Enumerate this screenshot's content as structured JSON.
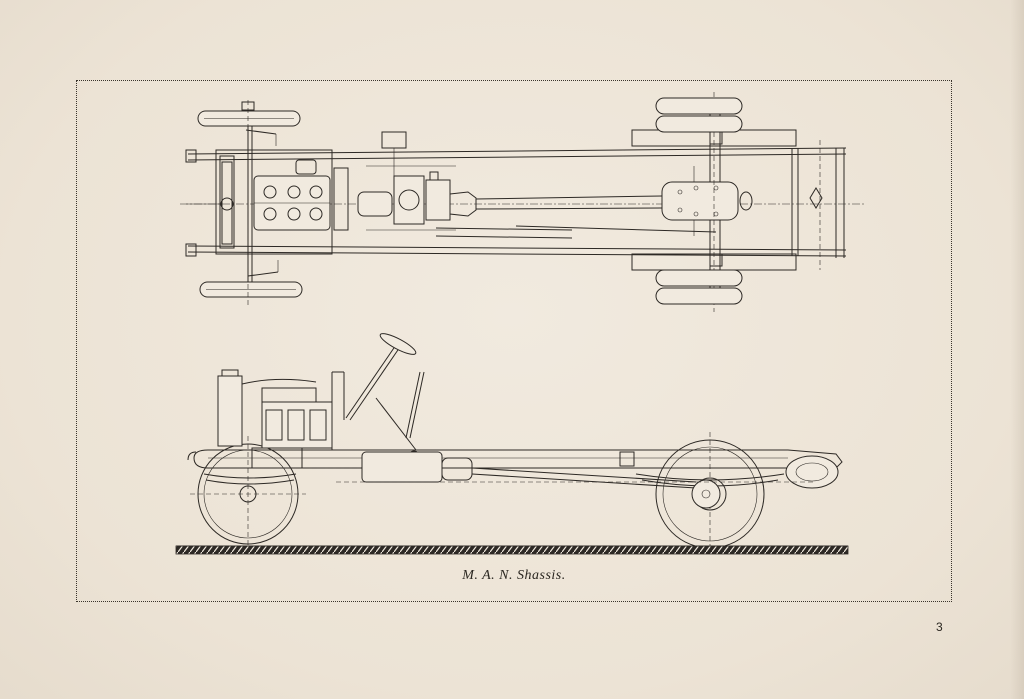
{
  "figure": {
    "caption": "M. A. N. Shassis.",
    "page_number": "3"
  },
  "icons": {
    "plan_view": "chassis-plan-view-drawing",
    "side_view": "chassis-side-elevation-drawing",
    "ground": "hatched-ground-line"
  }
}
